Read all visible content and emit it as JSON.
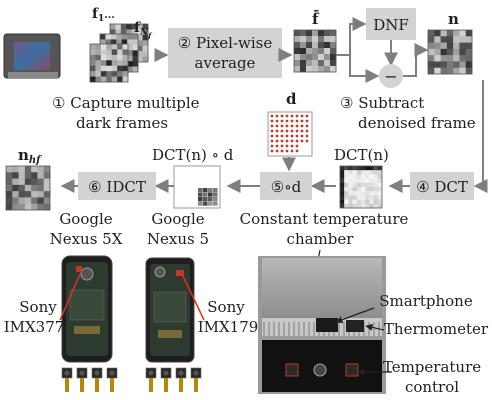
{
  "pipeline": {
    "frames_label": "f",
    "frames_sub_1": "1",
    "frames_sub_ellipsis": "...",
    "frames_sub_n": "N",
    "frames_sub_f": "f",
    "mean_label": "f̄",
    "noise_label": "n",
    "dnf_label": "DNF",
    "minus_label": "−",
    "step1_label": "① Capture multiple",
    "step1_label_line2": "dark frames",
    "step2_label": "② Pixel-wise",
    "step2_label_line2": "average",
    "step3_label": "③ Subtract",
    "step3_label_line2": "denoised frame",
    "step4_label": "④ DCT",
    "step5_label": "⑤∘d",
    "step6_label": "⑥ IDCT",
    "d_label": "d",
    "dct_n_label": "DCT(n)",
    "dct_n_d_label": "DCT(n) ∘ d",
    "nhf_label": "n",
    "nhf_sub": "hf"
  },
  "phones": {
    "phone1_name_line1": "Google",
    "phone1_name_line2": "Nexus 5X",
    "phone2_name_line1": "Google",
    "phone2_name_line2": "Nexus 5",
    "sensor1_line1": "Sony",
    "sensor1_line2": "IMX377",
    "sensor2_line1": "Sony",
    "sensor2_line2": "IMX179"
  },
  "chamber": {
    "title_line1": "Constant temperature",
    "title_line2": "chamber",
    "smartphone_label": "Smartphone",
    "thermometer_label": "Thermometer",
    "temp_control_line1": "Temperature",
    "temp_control_line2": "control"
  },
  "colors": {
    "box_fill": "#d3d3d3",
    "arrow": "#7f7f7f",
    "dots": "#c0392b"
  }
}
